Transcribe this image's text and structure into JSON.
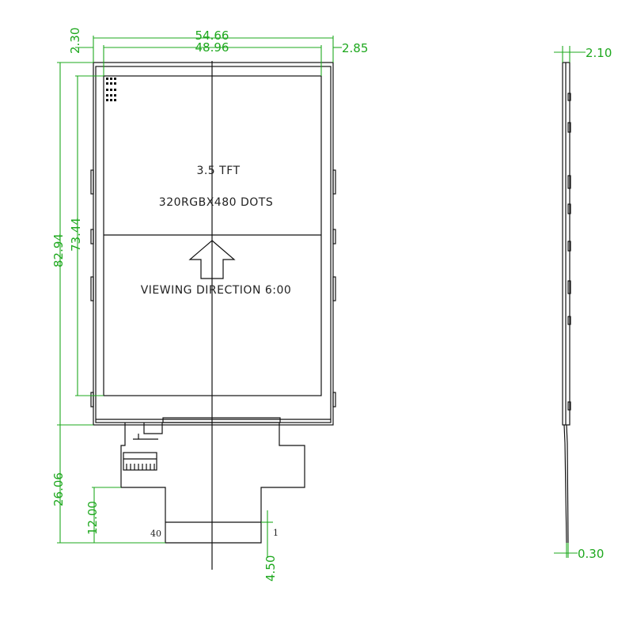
{
  "panel": {
    "size_label": "3.5 TFT",
    "resolution_label": "320RGBX480 DOTS",
    "viewing_label": "VIEWING DIRECTION 6:00"
  },
  "fpc": {
    "pin_left": "40",
    "pin_right": "1"
  },
  "dimensions": {
    "outline_width": "54.66",
    "active_width": "48.96",
    "left_margin": "2.30",
    "right_margin": "2.85",
    "outline_height": "82.94",
    "active_height": "73.44",
    "fpc_length": "26.06",
    "fpc_tail": "12.00",
    "fpc_end": "4.50",
    "thickness": "2.10",
    "fpc_thickness": "0.30"
  },
  "colors": {
    "outline": "#111111",
    "dimension": "#1ea81e"
  }
}
